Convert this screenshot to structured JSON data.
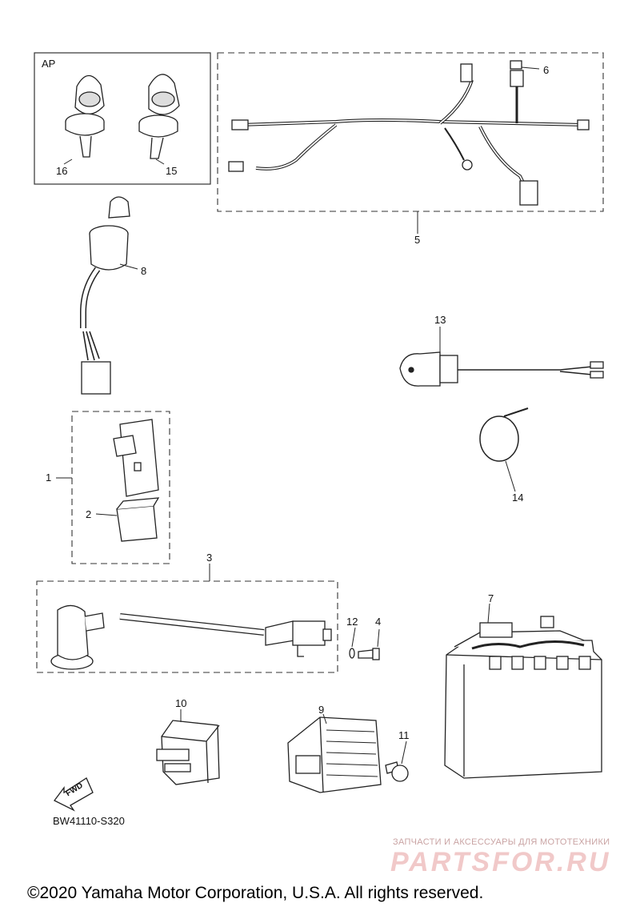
{
  "diagram": {
    "kit_box_label": "AP",
    "part_numbers": [
      "1",
      "2",
      "3",
      "4",
      "5",
      "6",
      "7",
      "8",
      "9",
      "10",
      "11",
      "12",
      "13",
      "14",
      "15",
      "16"
    ],
    "direction_label": "FWD",
    "diagram_code": "BW41110-S320"
  },
  "watermark": {
    "tagline": "ЗАПЧАСТИ И АКСЕССУАРЫ ДЛЯ МОТОТЕХНИКИ",
    "brand": "PARTSFOR.RU"
  },
  "footer": {
    "copyright": "©2020 Yamaha Motor Corporation, U.S.A. All rights reserved."
  },
  "colors": {
    "line": "#222222",
    "fill": "#ffffff",
    "shade": "#cfcfcf",
    "watermark": "#f1c9c9"
  }
}
